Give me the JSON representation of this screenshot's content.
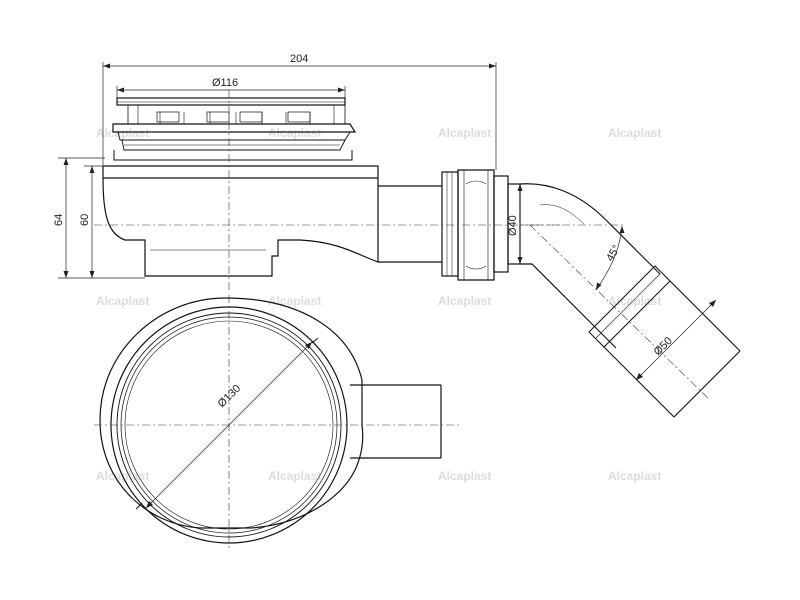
{
  "watermark": "Alcaplast",
  "dimensions": {
    "overall_length": "204",
    "grate_diameter": "Ø116",
    "height_total": "64",
    "height_body": "60",
    "outlet_diameter": "Ø40",
    "angle": "45°",
    "pipe_diameter": "Ø50",
    "flange_diameter": "Ø130"
  }
}
